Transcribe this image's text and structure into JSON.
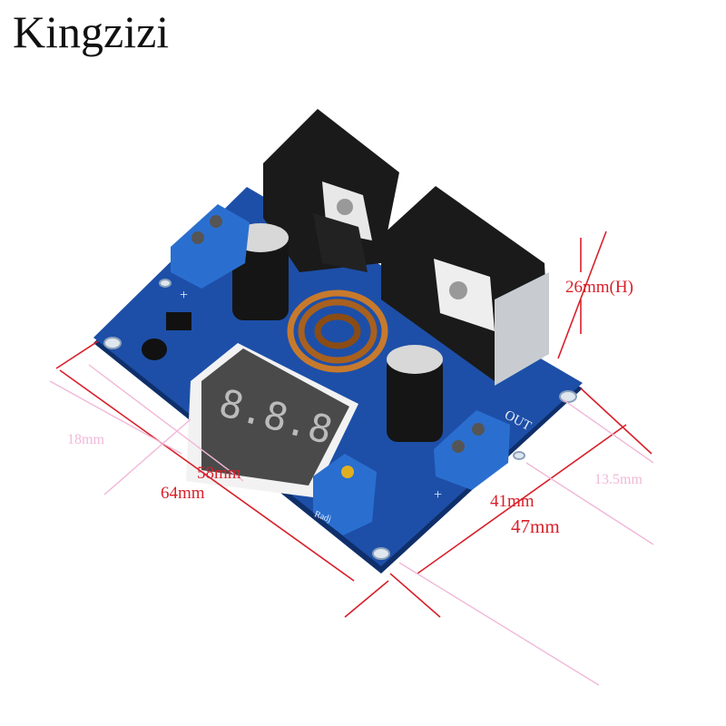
{
  "brand": "Kingzizi",
  "dimensions": {
    "height": "26mm(H)",
    "hole_spacing_short": "18mm",
    "hole_spacing_long": "58mm",
    "board_length": "64mm",
    "hole_spacing_width": "41mm",
    "board_width": "47mm",
    "edge_offset": "13.5mm"
  },
  "board_labels": {
    "out": "OUT",
    "plus": "+",
    "radj": "Radj"
  },
  "colors": {
    "pcb": "#1d4fa8",
    "dimension_red": "#d8202a",
    "dimension_pink": "#f0b8d8",
    "terminal": "#2a6fd0",
    "heatsink": "#1a1a1a"
  }
}
